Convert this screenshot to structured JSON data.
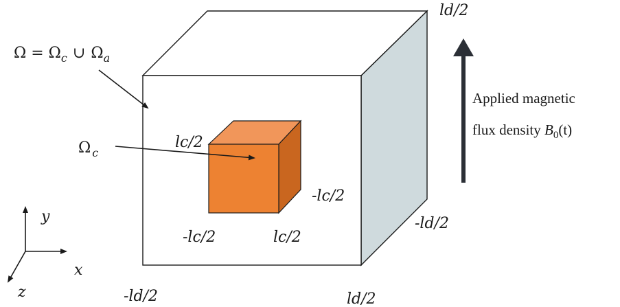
{
  "labels": {
    "top_right": "ld/2",
    "omega_union": "Ω = Ω",
    "omega_union_sub_c": "c",
    "union_symbol": "∪",
    "omega_a": "Ω",
    "omega_a_sub": "a",
    "omega_c": "Ω",
    "omega_c_sub": "c",
    "inner_top": "lc/2",
    "inner_right": "-lc/2",
    "inner_bottom_left": "-lc/2",
    "inner_bottom_right": "lc/2",
    "outer_right": "-ld/2",
    "outer_bottom_left": "-ld/2",
    "outer_bottom_right": "ld/2",
    "applied_line1": "Applied magnetic",
    "applied_line2": "flux density ",
    "applied_B": "B",
    "applied_B_sub": "0",
    "applied_t": "(t)",
    "axis_x": "x",
    "axis_y": "y",
    "axis_z": "z"
  },
  "colors": {
    "inner_front": "#ED8232",
    "inner_top": "#F1965A",
    "inner_side": "#C9661F",
    "outer_side": "#CFDADD",
    "line": "#1a1a1a"
  }
}
